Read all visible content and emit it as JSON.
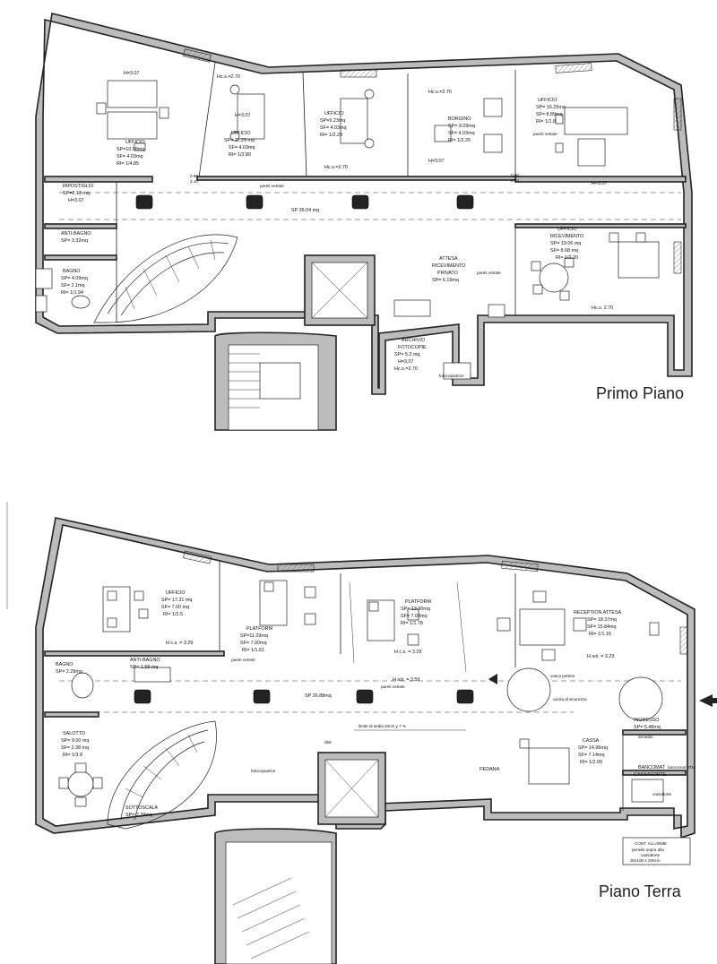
{
  "plans": [
    {
      "title": "Primo Piano",
      "rooms": [
        {
          "id": "ufficio-a",
          "lines": [
            "H=3.07",
            "UFFICIO",
            "SP=10.58mq",
            "SF= 4.03mq",
            "RI= 1/4.85"
          ]
        },
        {
          "id": "ufficio-b",
          "lines": [
            "Hc.s.=2.70",
            "H=3.07",
            "UFFICIO",
            "SP= 11.29 mq",
            "SF= 4.03mq",
            "RI= 1/2.80"
          ]
        },
        {
          "id": "ufficio-c",
          "lines": [
            "UFFICIO",
            "SP=9.23mq",
            "SF= 4.03mq",
            "RI= 1/2.29",
            "Hc.s.=2.70"
          ]
        },
        {
          "id": "borgino",
          "lines": [
            "Hc.s.=2.70",
            "BORGINO",
            "SP= 9.09mq",
            "SF= 4.03mq",
            "RI= 1/2.25",
            "H=3.07"
          ]
        },
        {
          "id": "ufficio-d",
          "lines": [
            "UFFICIO",
            "SP= 16.25mq",
            "SF= 8.89mq",
            "RI= 1/1.8",
            "H=3.07"
          ]
        },
        {
          "id": "ripostiglio",
          "lines": [
            "RIPOSTIGLIO",
            "SP=2.13 mq",
            "H=3.07"
          ]
        },
        {
          "id": "corridor-1",
          "lines": [
            "SP 35.04 mq"
          ]
        },
        {
          "id": "antibagno-1",
          "lines": [
            "ANTI-BAGNO",
            "SP= 3.32mq"
          ]
        },
        {
          "id": "bagno-1",
          "lines": [
            "BAGNO",
            "SP= 4.09mq",
            "SF= 2.1mq",
            "RI= 1/1.94"
          ]
        },
        {
          "id": "attesa",
          "lines": [
            "ATTESA",
            "RICEVIMENTO",
            "PRIVATO",
            "SP= 6.19mq"
          ]
        },
        {
          "id": "ufficio-ricevimento",
          "lines": [
            "UFFICIO",
            "RICEVIMENTO",
            "SP= 19.06 mq",
            "SF= 8.68 mq",
            "RI= 1/2.20",
            "Hc.s. 2.70"
          ]
        },
        {
          "id": "archivio",
          "lines": [
            "ARCHIVIO",
            "FOTOCOPIE",
            "SP= 5.2 mq",
            "H=3.07",
            "Hc.s.=2.70"
          ]
        }
      ],
      "notes": [
        "pareti vetrate",
        "pareti vetrate",
        "pareti vetrate",
        "fotocopiatrice",
        "0.80",
        "2.70",
        "0.80",
        "2.10"
      ]
    },
    {
      "title": "Piano Terra",
      "rooms": [
        {
          "id": "ufficio-t",
          "lines": [
            "UFFICIO",
            "SP= 17.31 mq",
            "SF= 7.00 mq",
            "RI= 1/2.5",
            "H c.s. = 3.29"
          ]
        },
        {
          "id": "platform-1",
          "lines": [
            "PLATFORM",
            "SP=11.29mq",
            "SF= 7.00mq",
            "RI= 1/1.61"
          ]
        },
        {
          "id": "platform-2",
          "lines": [
            "PLATFORM",
            "SP= 13.90mq",
            "SF= 7.00mq",
            "RI= 1/1.78",
            "H c.s. = 3.29"
          ]
        },
        {
          "id": "reception",
          "lines": [
            "RECEPTION ATTESA",
            "SP= 18.37mq",
            "SF= 15.84mq",
            "RI= 1/1.16",
            "H sol. = 3.23"
          ]
        },
        {
          "id": "bagno-t",
          "lines": [
            "BAGNO",
            "SP= 2.29mq"
          ]
        },
        {
          "id": "antibagno-t",
          "lines": [
            "ANTI-BAGNO",
            "SP= 1.58 mq"
          ]
        },
        {
          "id": "corridor-t",
          "lines": [
            "SP 26.88mq",
            "H sol. = 3.59"
          ]
        },
        {
          "id": "salotto",
          "lines": [
            "SALOTTO",
            "SP= 9.00 mq",
            "SF= 2.38 mq",
            "RI= 1/3.8"
          ]
        },
        {
          "id": "ingresso",
          "lines": [
            "INGRESSO",
            "SP= 5.48mq"
          ]
        },
        {
          "id": "cassa",
          "lines": [
            "CASSA",
            "SP= 14.96mq",
            "SF= 7.14mq",
            "RI= 1/2.09"
          ]
        },
        {
          "id": "pedana",
          "lines": [
            "PEDANA"
          ]
        },
        {
          "id": "sottoscala",
          "lines": [
            "SOTTOSCALA",
            "SP= 2.29mq"
          ]
        },
        {
          "id": "bancomat",
          "lines": [
            "BANCOMAT",
            "CASSAFORTE"
          ]
        },
        {
          "id": "allarme",
          "lines": [
            "CONT. ALLARME",
            "pensile sopra alla",
            "cassaforte",
            "30x100 x 250cm"
          ]
        }
      ],
      "notes": [
        "pareti vetrate",
        "pareti vetrate",
        "fotocopiatrice",
        "vasca pettine",
        "uscita di sicurezza",
        "armadio",
        "bancomat ATM",
        "cassaforte",
        "d65",
        "limite di sedia 34cm  y 7 %"
      ]
    }
  ]
}
